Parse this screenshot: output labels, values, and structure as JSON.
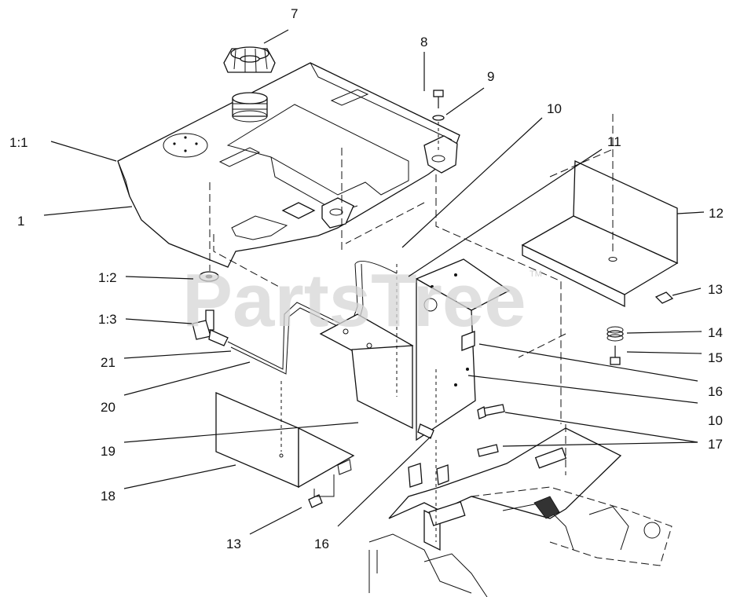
{
  "watermark": {
    "text": "PartsTree",
    "trademark": "TM"
  },
  "callouts": [
    {
      "id": "c7",
      "text": "7"
    },
    {
      "id": "c8",
      "text": "8"
    },
    {
      "id": "c9",
      "text": "9"
    },
    {
      "id": "c10a",
      "text": "10"
    },
    {
      "id": "c11",
      "text": "11"
    },
    {
      "id": "c1_1",
      "text": "1:1"
    },
    {
      "id": "c1",
      "text": "1"
    },
    {
      "id": "c12",
      "text": "12"
    },
    {
      "id": "c1_2",
      "text": "1:2"
    },
    {
      "id": "c13a",
      "text": "13"
    },
    {
      "id": "c1_3",
      "text": "1:3"
    },
    {
      "id": "c14",
      "text": "14"
    },
    {
      "id": "c15",
      "text": "15"
    },
    {
      "id": "c21",
      "text": "21"
    },
    {
      "id": "c16a",
      "text": "16"
    },
    {
      "id": "c20",
      "text": "20"
    },
    {
      "id": "c10b",
      "text": "10"
    },
    {
      "id": "c17",
      "text": "17"
    },
    {
      "id": "c19",
      "text": "19"
    },
    {
      "id": "c18",
      "text": "18"
    },
    {
      "id": "c13b",
      "text": "13"
    },
    {
      "id": "c16b",
      "text": "16"
    }
  ]
}
